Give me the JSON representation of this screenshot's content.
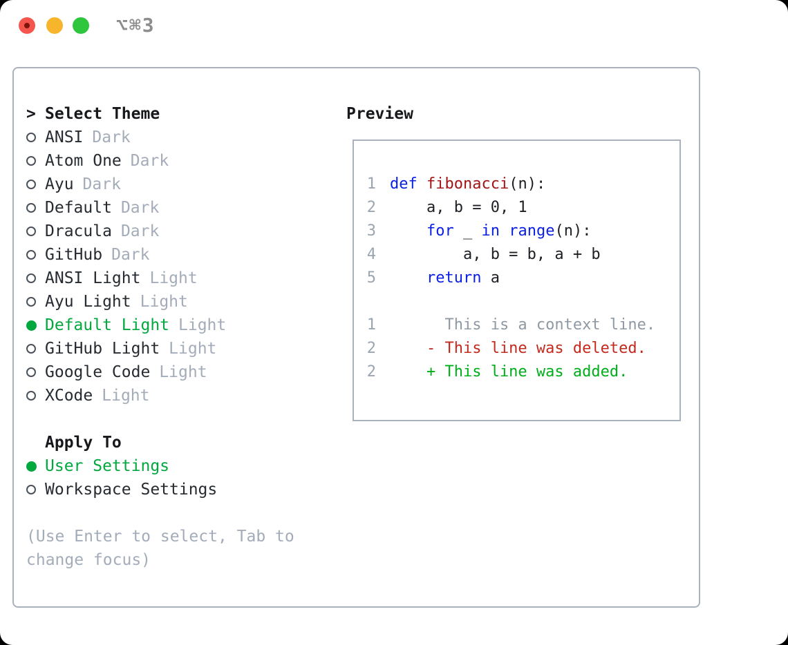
{
  "window": {
    "shortcut_label": "⌥⌘3"
  },
  "traffic_lights": {
    "close_color": "#f4564e",
    "close_dot_color": "#7e150c",
    "minimize_color": "#f7b52b",
    "zoom_color": "#2dc63d"
  },
  "theme_selector": {
    "header_prefix": ">",
    "header_label": "Select Theme",
    "items": [
      {
        "name": "ANSI",
        "variant": "Dark",
        "selected": false
      },
      {
        "name": "Atom One",
        "variant": "Dark",
        "selected": false
      },
      {
        "name": "Ayu",
        "variant": "Dark",
        "selected": false
      },
      {
        "name": "Default",
        "variant": "Dark",
        "selected": false
      },
      {
        "name": "Dracula",
        "variant": "Dark",
        "selected": false
      },
      {
        "name": "GitHub",
        "variant": "Dark",
        "selected": false
      },
      {
        "name": "ANSI Light",
        "variant": "Light",
        "selected": false
      },
      {
        "name": "Ayu Light",
        "variant": "Light",
        "selected": false
      },
      {
        "name": "Default Light",
        "variant": "Light",
        "selected": true
      },
      {
        "name": "GitHub Light",
        "variant": "Light",
        "selected": false
      },
      {
        "name": "Google Code",
        "variant": "Light",
        "selected": false
      },
      {
        "name": "XCode",
        "variant": "Light",
        "selected": false
      }
    ]
  },
  "apply_to": {
    "header_label": "Apply To",
    "options": [
      {
        "label": "User Settings",
        "selected": true
      },
      {
        "label": "Workspace Settings",
        "selected": false
      }
    ]
  },
  "help_text": "(Use Enter to select, Tab to change focus)",
  "preview": {
    "header_label": "Preview",
    "code_lines": [
      {
        "num": "1",
        "tokens": [
          {
            "text": "def",
            "style": "keyword"
          },
          {
            "text": " ",
            "style": "plain"
          },
          {
            "text": "fibonacci",
            "style": "function"
          },
          {
            "text": "(n):",
            "style": "plain"
          }
        ]
      },
      {
        "num": "2",
        "tokens": [
          {
            "text": "    a, b = 0, 1",
            "style": "plain"
          }
        ]
      },
      {
        "num": "3",
        "tokens": [
          {
            "text": "    ",
            "style": "plain"
          },
          {
            "text": "for",
            "style": "keyword"
          },
          {
            "text": " _ ",
            "style": "plain"
          },
          {
            "text": "in",
            "style": "keyword"
          },
          {
            "text": " ",
            "style": "plain"
          },
          {
            "text": "range",
            "style": "keyword"
          },
          {
            "text": "(n):",
            "style": "plain"
          }
        ]
      },
      {
        "num": "4",
        "tokens": [
          {
            "text": "        a, b = b, a + b",
            "style": "plain"
          }
        ]
      },
      {
        "num": "5",
        "tokens": [
          {
            "text": "    ",
            "style": "plain"
          },
          {
            "text": "return",
            "style": "keyword"
          },
          {
            "text": " a",
            "style": "plain"
          }
        ]
      },
      {
        "num": "",
        "tokens": []
      },
      {
        "num": "1",
        "tokens": [
          {
            "text": "      This is a context line.",
            "style": "context"
          }
        ]
      },
      {
        "num": "2",
        "tokens": [
          {
            "text": "    - This line was deleted.",
            "style": "deleted"
          }
        ]
      },
      {
        "num": "2",
        "tokens": [
          {
            "text": "    + This line was added.",
            "style": "added"
          }
        ]
      }
    ]
  },
  "colors": {
    "accent_green": "#00a83e",
    "keyword_blue": "#0a1fe4",
    "function_red": "#a31515",
    "deleted_red": "#c4291d",
    "added_green": "#00ae1a",
    "muted_gray": "#a3acb8",
    "context_gray": "#8f99a4",
    "line_number_gray": "#9aa5b1",
    "text_dark": "#1c1f24",
    "panel_border_gray": "#a8b1bc",
    "title_gray": "#8d8d8d"
  }
}
